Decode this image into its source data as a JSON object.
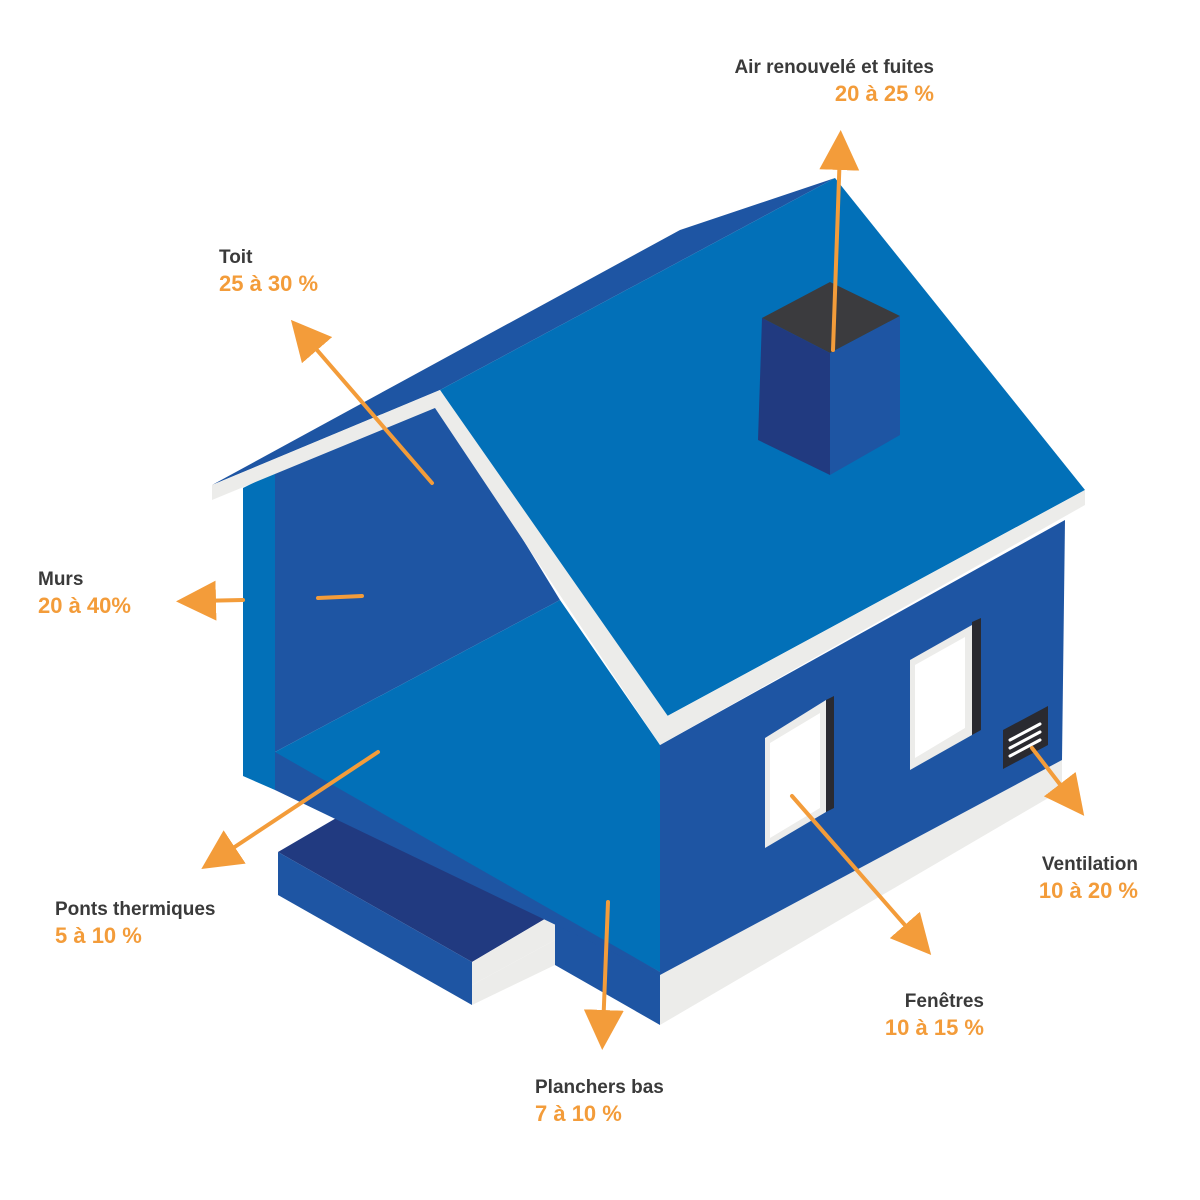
{
  "colors": {
    "accent": "#f39c3a",
    "roof": "#0270b8",
    "wall": "#1e55a3",
    "wall_dark": "#213a80",
    "trim": "#ececea",
    "text": "#3a3a3a"
  },
  "losses": [
    {
      "id": "air",
      "name": "Air renouvelé et fuites",
      "value": "20 à 25 %"
    },
    {
      "id": "toit",
      "name": "Toit",
      "value": "25 à 30 %"
    },
    {
      "id": "murs",
      "name": "Murs",
      "value": "20 à 40%"
    },
    {
      "id": "ponts",
      "name": "Ponts thermiques",
      "value": "5 à 10 %"
    },
    {
      "id": "planchers",
      "name": "Planchers bas",
      "value": "7 à 10 %"
    },
    {
      "id": "fenetres",
      "name": "Fenêtres",
      "value": "10 à 15 %"
    },
    {
      "id": "ventilation",
      "name": "Ventilation",
      "value": "10 à 20 %"
    }
  ]
}
